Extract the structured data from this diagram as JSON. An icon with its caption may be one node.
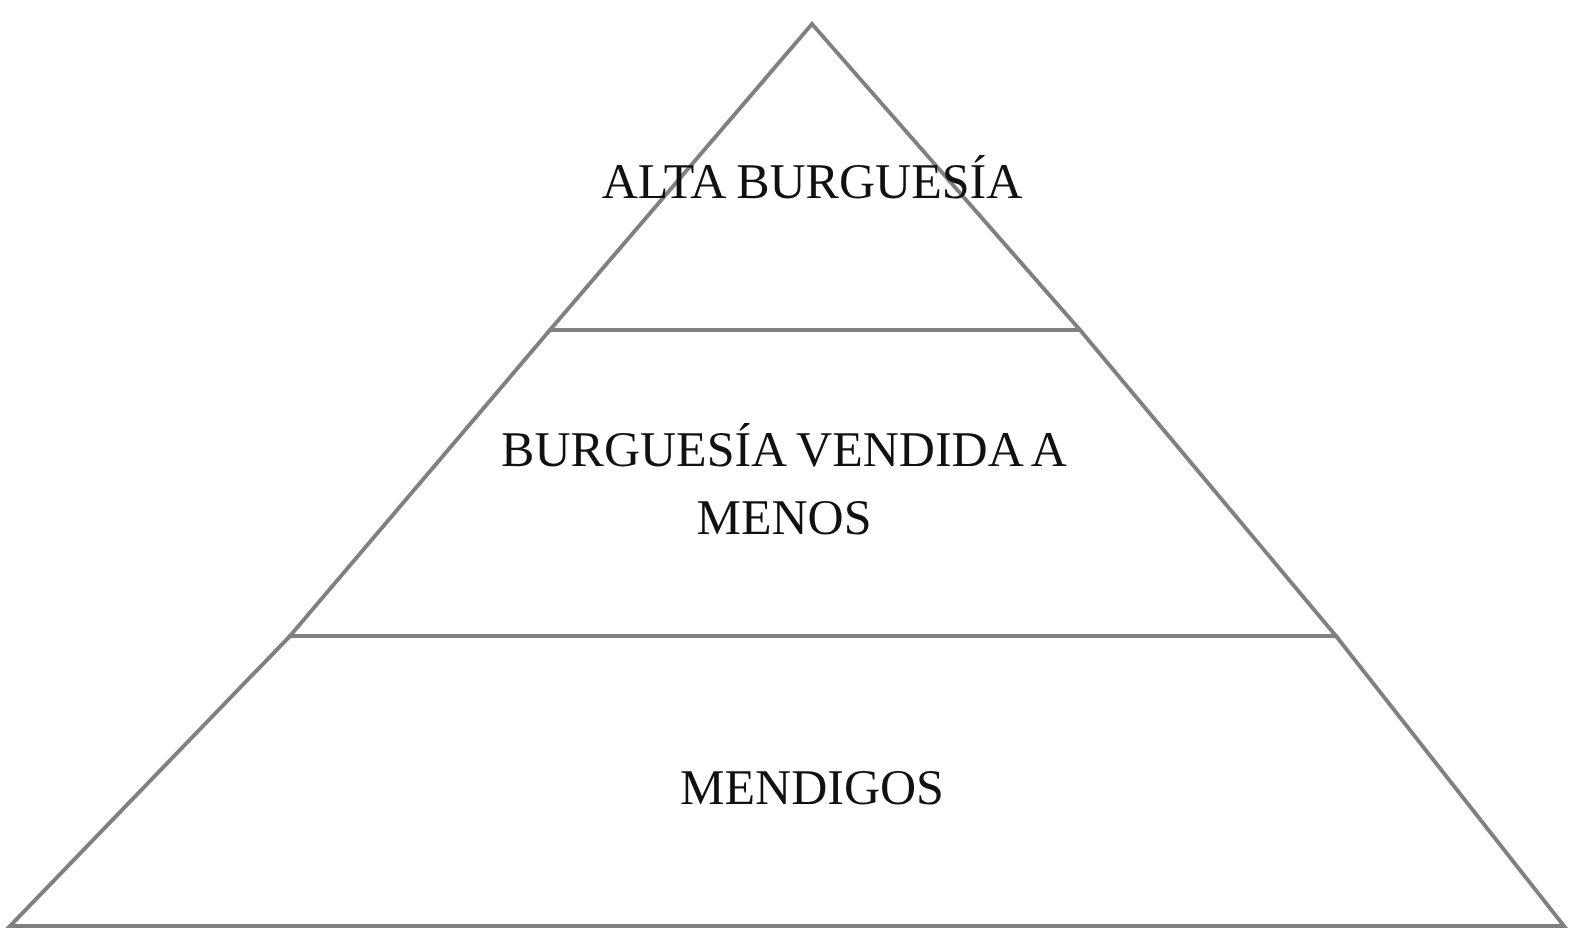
{
  "diagram": {
    "nodes": [
      {
        "text": [
          "ALTA BURGUESÍA"
        ]
      },
      {
        "text": [
          "BURGUESÍA VENDIDA A MENOS"
        ]
      },
      {
        "text": [
          "MENDIGOS"
        ]
      }
    ]
  }
}
